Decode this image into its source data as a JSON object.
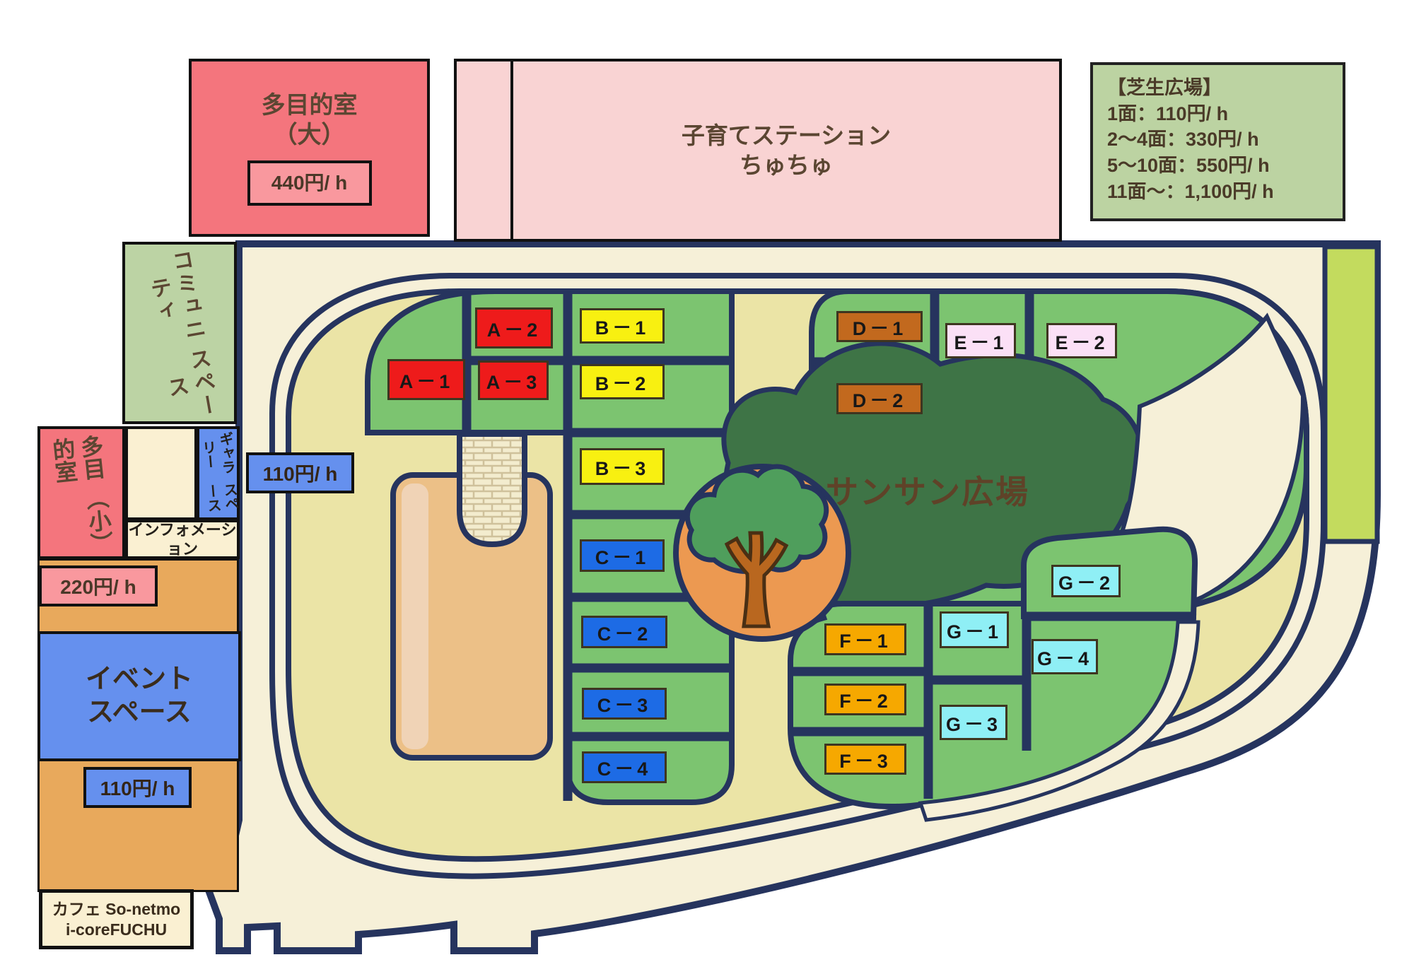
{
  "palette": {
    "salmon": "#F4757D",
    "salmon_chip": "#F9989E",
    "light_pink": "#F9D3D3",
    "sage_green": "#BCD3A2",
    "blue": "#6590EE",
    "cream": "#FAF0D2",
    "orange_building": "#E8A95C",
    "ring_cream": "#F6F0D8",
    "field_khaki": "#EBE4A6",
    "navy_outline": "#26345E",
    "zone_green": "#7CC470",
    "plaza_dark_green": "#3E7446",
    "lime_strip": "#C3DB5E",
    "tree_circle_orange": "#EC9951",
    "canopy_green": "#4F9E5C",
    "trunk_brown": "#B9671F",
    "zone_red": "#EE1B1B",
    "zone_yellow": "#F8F011",
    "zone_blue": "#1D6BE5",
    "zone_brown": "#C2691E",
    "zone_pink": "#FBE0F6",
    "zone_amber": "#F6A800",
    "zone_cyan": "#8FEFF5",
    "text_brown": "#5B4632"
  },
  "facilities": {
    "multi_large": {
      "name_line1": "多目的室",
      "name_line2": "（大）",
      "price": "440円/ h"
    },
    "kosodate": {
      "line1": "子育てステーション",
      "line2": "ちゅちゅ"
    },
    "lawn": {
      "title": "【芝生広場】",
      "lines": [
        "1面：110円/ h",
        "2〜4面：330円/ h",
        "5〜10面：550円/ h",
        "11面〜：1,100円/ h"
      ]
    },
    "community": {
      "line1": "コミュニティ",
      "line2": "スペース"
    },
    "gallery": {
      "line1": "ギャラリー",
      "line2": "スペース",
      "price": "110円/ h"
    },
    "information": {
      "label": "インフォメーション"
    },
    "multi_small": {
      "line1": "多目的室",
      "line2": "（小）",
      "price": "220円/ h"
    },
    "event": {
      "line1": "イベント",
      "line2": "スペース",
      "price": "110円/ h"
    },
    "cafe": {
      "line1": "カフェ So-netmo",
      "line2": "i-coreFUCHU"
    },
    "sunsun_plaza": {
      "label": "サンサン広場"
    }
  },
  "zones": {
    "a1": "A－1",
    "a2": "A－2",
    "a3": "A－3",
    "b1": "B－1",
    "b2": "B－2",
    "b3": "B－3",
    "c1": "C－1",
    "c2": "C－2",
    "c3": "C－3",
    "c4": "C－4",
    "d1": "D－1",
    "d2": "D－2",
    "e1": "E－1",
    "e2": "E－2",
    "f1": "F－1",
    "f2": "F－2",
    "f3": "F－3",
    "g1": "G－1",
    "g2": "G－2",
    "g3": "G－3",
    "g4": "G－4"
  }
}
